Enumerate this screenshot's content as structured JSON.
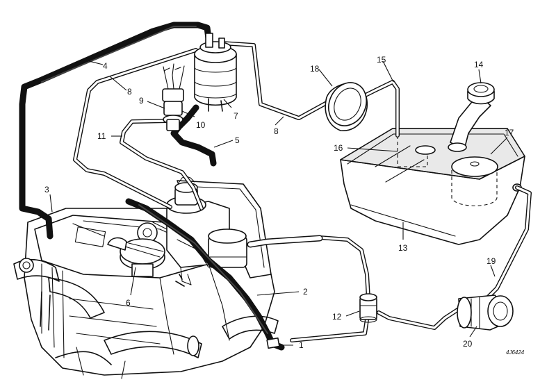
{
  "callouts": [
    "1",
    "2",
    "3",
    "4",
    "5",
    "6",
    "7",
    "8",
    "8",
    "9",
    "10",
    "11",
    "12",
    "13",
    "14",
    "15",
    "16",
    "17",
    "18",
    "19",
    "20"
  ],
  "reference_code": "4J6424",
  "colors": {
    "ink": "#111111",
    "paper": "#ffffff"
  }
}
